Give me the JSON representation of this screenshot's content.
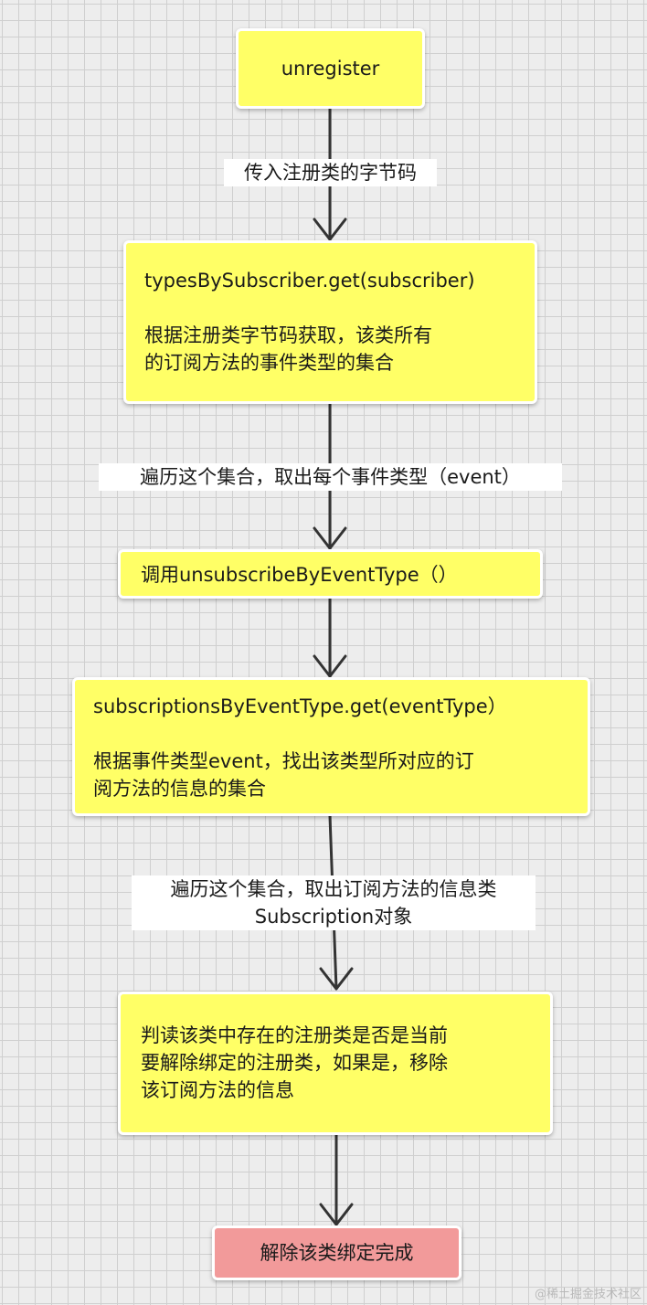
{
  "nodes": {
    "unregister": {
      "title": "unregister"
    },
    "types_by_subscriber": {
      "line1": "typesBySubscriber.get(subscriber)",
      "line2": "根据注册类字节码获取，该类所有",
      "line3": "的订阅方法的事件类型的集合"
    },
    "unsubscribe_call": {
      "title": "调用unsubscribeByEventType（）"
    },
    "subscriptions_by_event_type": {
      "line1": "subscriptionsByEventType.get(eventType）",
      "line2": "根据事件类型event，找出该类型所对应的订",
      "line3": "阅方法的信息的集合"
    },
    "judge": {
      "line1": "判读该类中存在的注册类是否是当前",
      "line2": "要解除绑定的注册类，如果是，移除",
      "line3": "该订阅方法的信息"
    },
    "done": {
      "title": "解除该类绑定完成"
    }
  },
  "edges": {
    "pass_bytecode": "传入注册类的字节码",
    "iterate_event_types": "遍历这个集合，取出每个事件类型（event）",
    "iterate_subscriptions_line1": "遍历这个集合，取出订阅方法的信息类",
    "iterate_subscriptions_line2": "Subscription对象"
  },
  "colors": {
    "process_box": "#ffff66",
    "final_box": "#f29a9a",
    "arrow": "#333333",
    "background": "#ededed",
    "grid": "#cfcfcf"
  },
  "watermark": "@稀土掘金技术社区"
}
